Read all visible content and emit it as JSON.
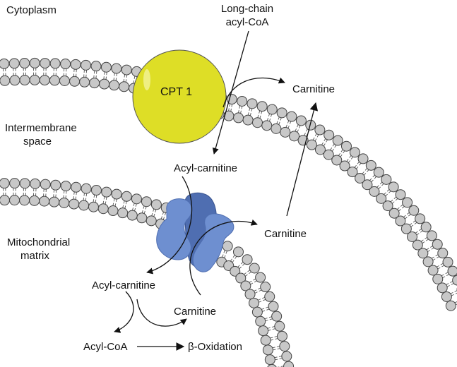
{
  "regions": {
    "cytoplasm": "Cytoplasm",
    "intermembrane_line1": "Intermembrane",
    "intermembrane_line2": "space",
    "matrix_line1": "Mitochondrial",
    "matrix_line2": "matrix"
  },
  "enzymes": {
    "cpt1": "CPT 1"
  },
  "molecules": {
    "long_chain_line1": "Long-chain",
    "long_chain_line2": "acyl-CoA",
    "carnitine_top": "Carnitine",
    "acyl_carnitine_top": "Acyl-carnitine",
    "carnitine_mid": "Carnitine",
    "acyl_carnitine_bottom": "Acyl-carnitine",
    "carnitine_bottom": "Carnitine",
    "acyl_coa": "Acyl-CoA",
    "beta_oxidation": "β-Oxidation"
  },
  "colors": {
    "cpt1_fill": "#dede26",
    "translocase_fill": "#6e8fd0",
    "translocase_dark": "#4f6eb1",
    "lipid_head": "#c8c8c8"
  }
}
